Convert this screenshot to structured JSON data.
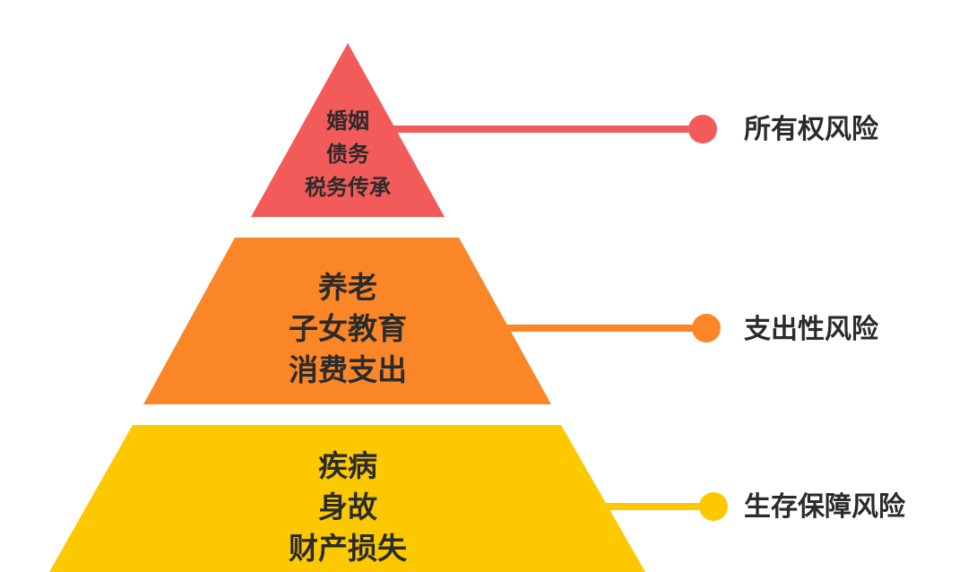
{
  "pyramid": {
    "top": {
      "lines": [
        "婚姻",
        "债务",
        "税务传承"
      ],
      "risk": "所有权风险",
      "color": "#f35b5b"
    },
    "middle": {
      "lines": [
        "养老",
        "子女教育",
        "消费支出"
      ],
      "risk": "支出性风险",
      "color": "#fb8627"
    },
    "bottom": {
      "lines": [
        "疾病",
        "身故",
        "财产损失"
      ],
      "risk": "生存保障风险",
      "color": "#fcc800"
    }
  }
}
